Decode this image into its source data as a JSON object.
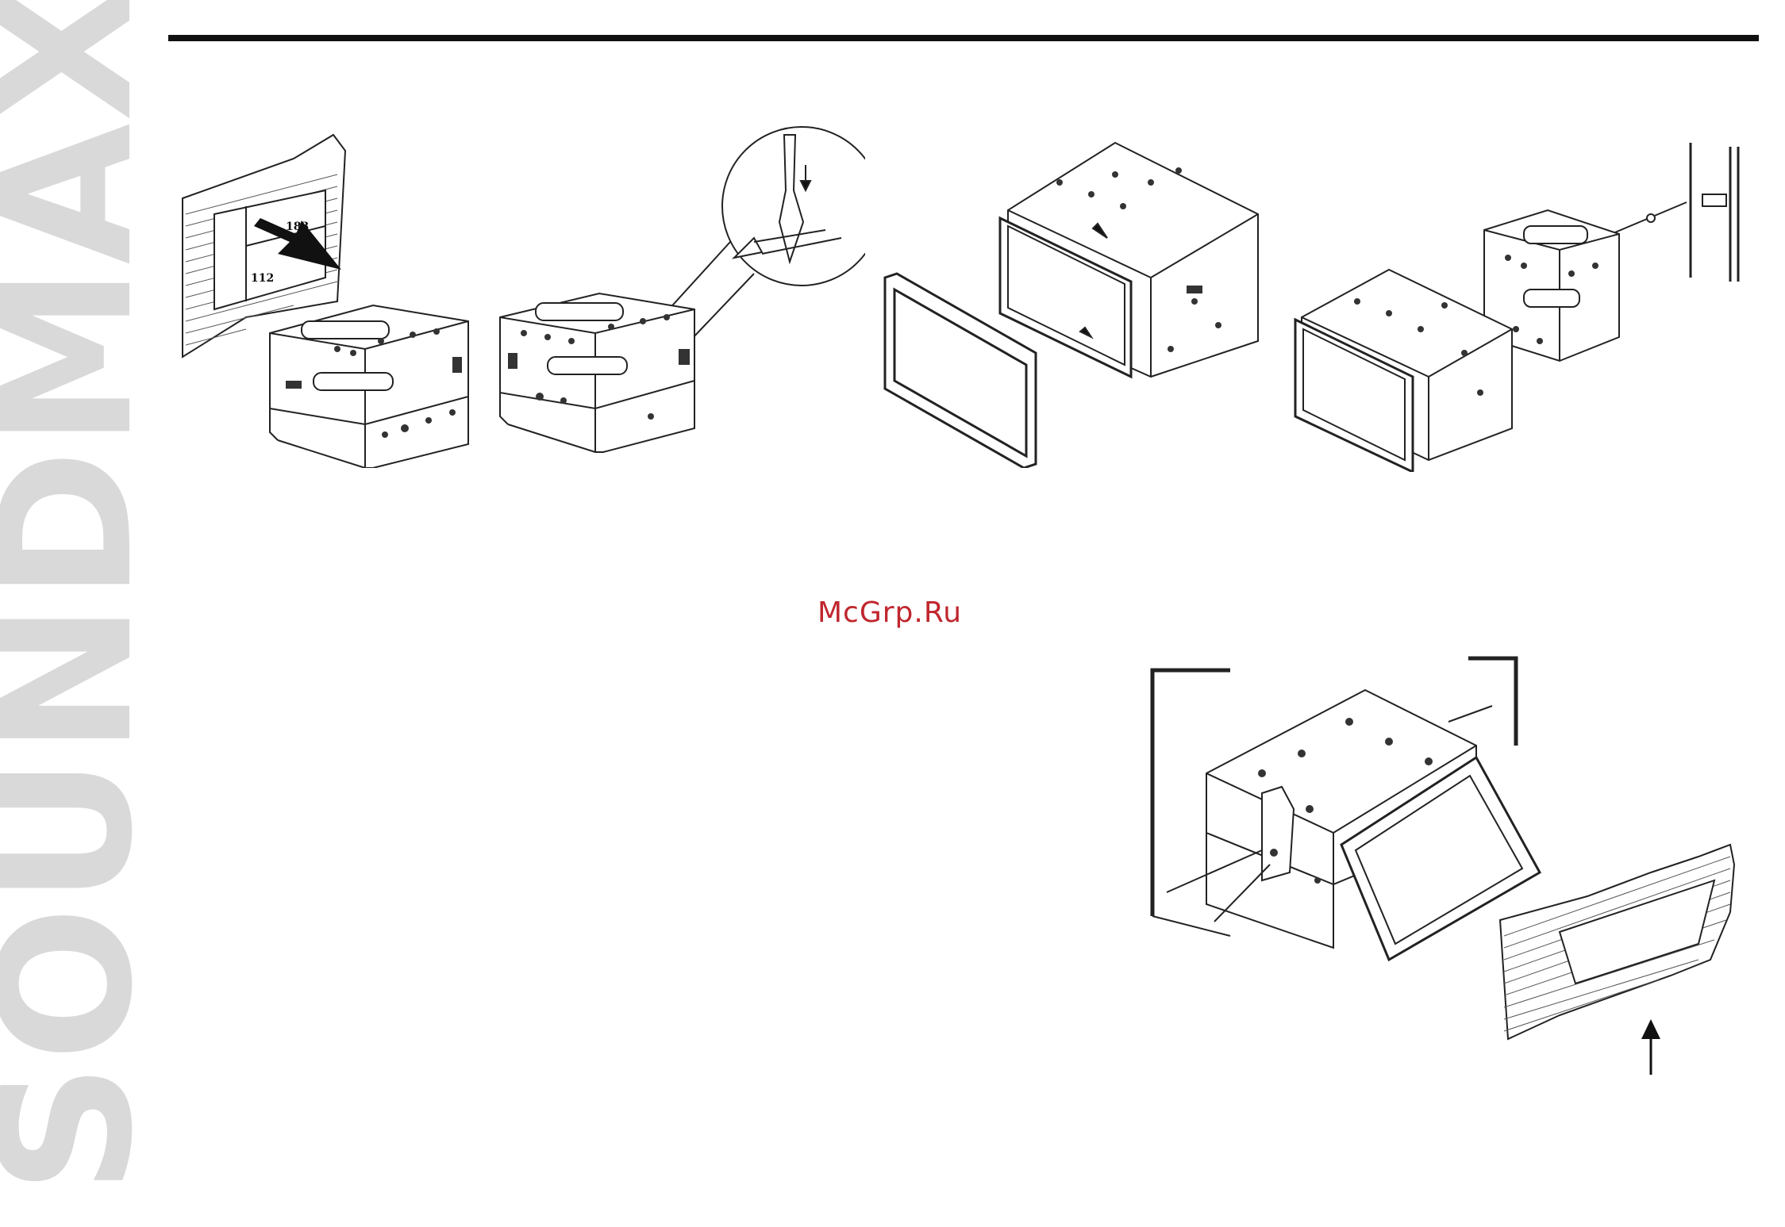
{
  "brand": {
    "name": "SOUNDMAX"
  },
  "watermark": {
    "text": "McGrp.Ru",
    "color": "#c0262d"
  },
  "figure1": {
    "width_label": "183",
    "height_label": "112"
  }
}
